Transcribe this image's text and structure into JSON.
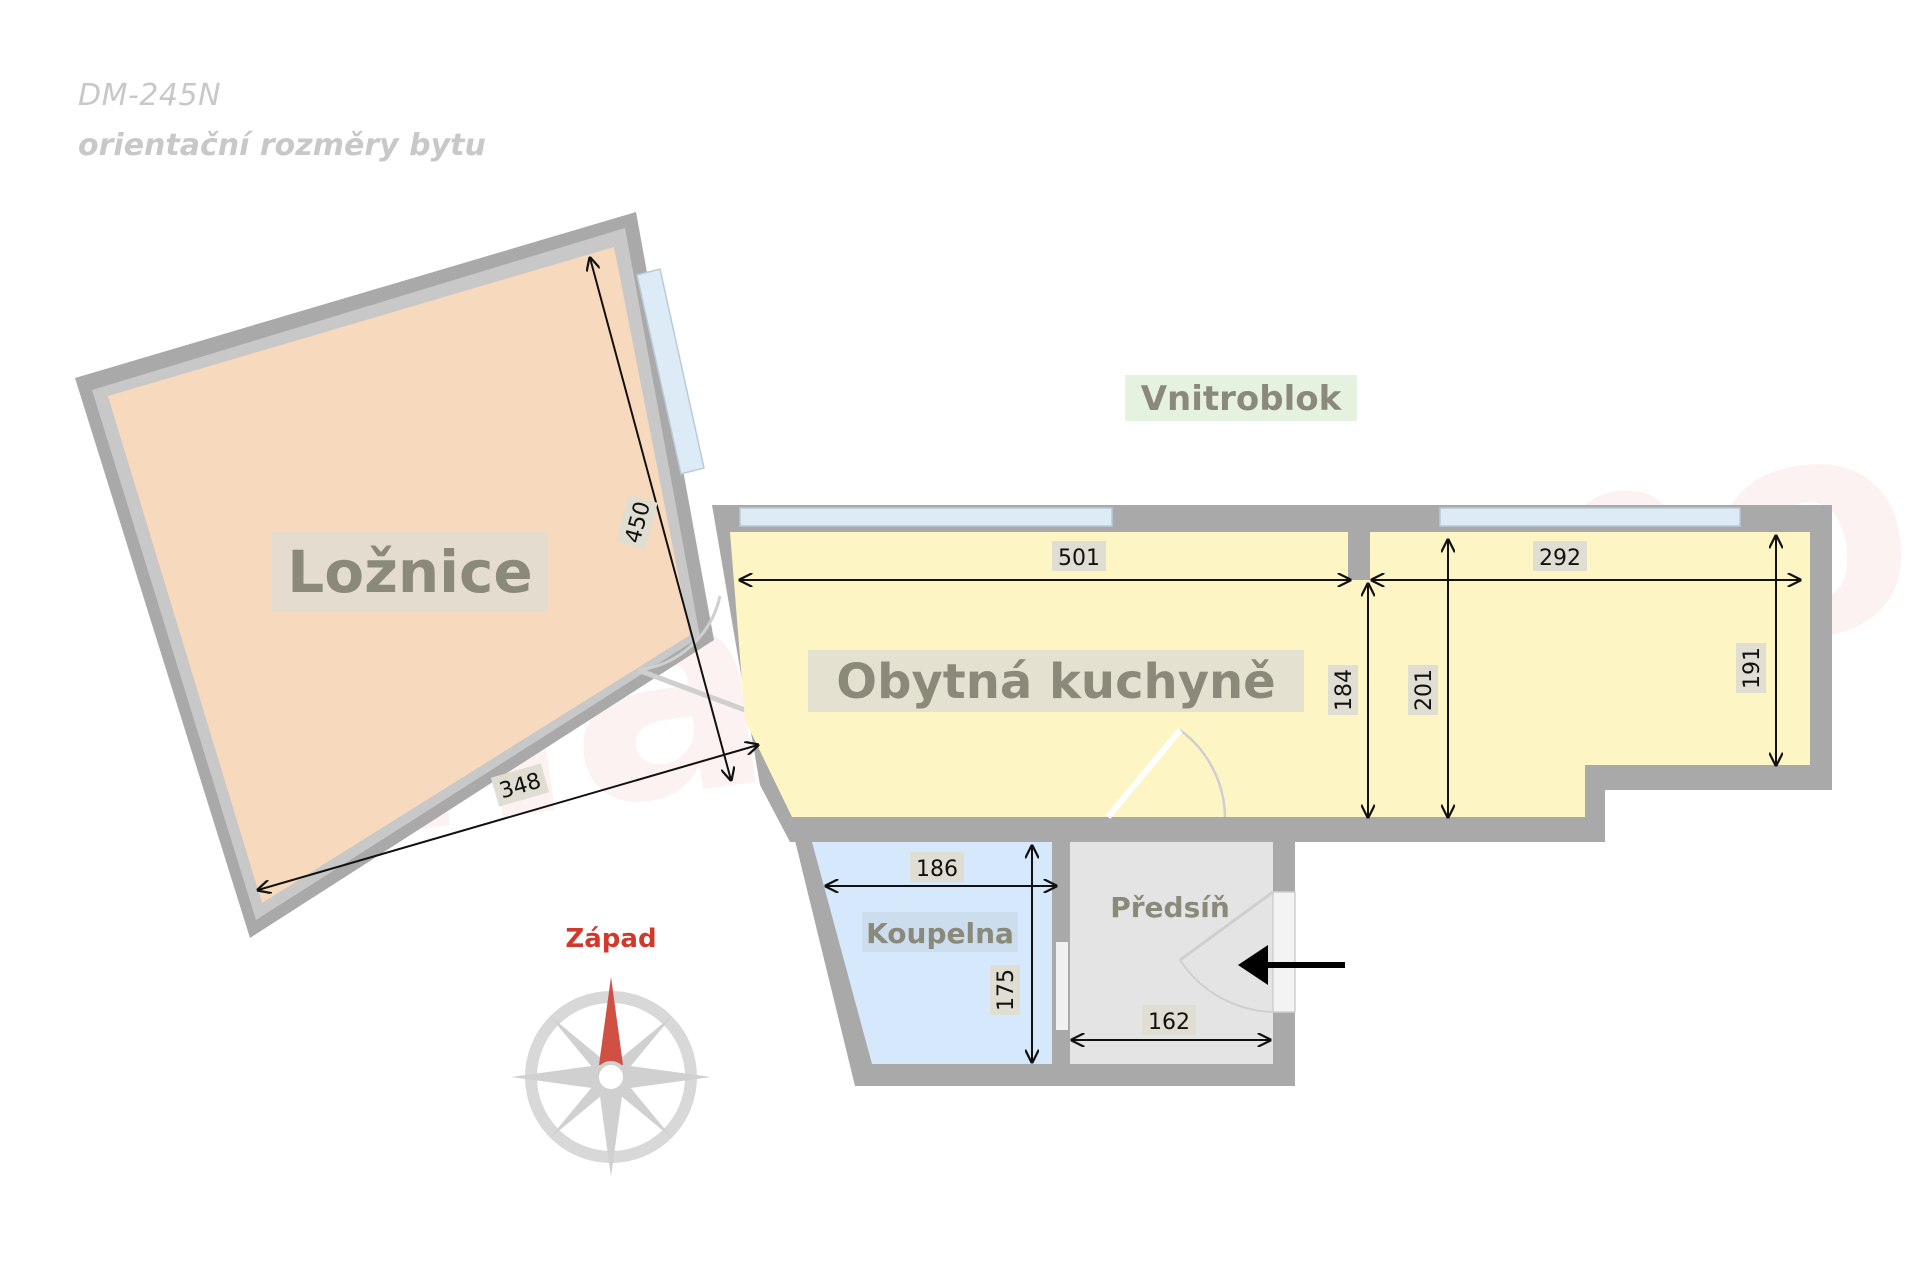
{
  "header": {
    "code": "DM-245N",
    "subtitle": "orientační rozměry bytu"
  },
  "rooms": {
    "loznice": "Ložnice",
    "kuchyne": "Obytná kuchyně",
    "koupelna": "Koupelna",
    "predsin": "Předsíň"
  },
  "outside_label": "Vnitroblok",
  "compass_label": "Západ",
  "watermark": "mattermo realitní kancelář",
  "dimensions": {
    "loznice_length": "450",
    "loznice_width": "348",
    "kuchyne_length": "501",
    "kuchyne_width": "184",
    "kuchyne_right_length": "292",
    "kuchyne_right_depth": "201",
    "kuchyne_right_width": "191",
    "koupelna_width": "186",
    "koupelna_depth": "175",
    "predsin_width": "162"
  },
  "colors": {
    "wall": "#a9a9a9",
    "wall_inner": "#c8c8c8",
    "loznice_fill": "#f7d9bd",
    "kuchyne_fill": "#fdf6c4",
    "koupelna_fill": "#d6e8fb",
    "predsin_fill": "#e4e4e4",
    "window": "#dcebf5",
    "compass_accent": "#d0392b",
    "label_bg": "#e0ddd2",
    "outside_label_bg": "#e4f2df"
  }
}
